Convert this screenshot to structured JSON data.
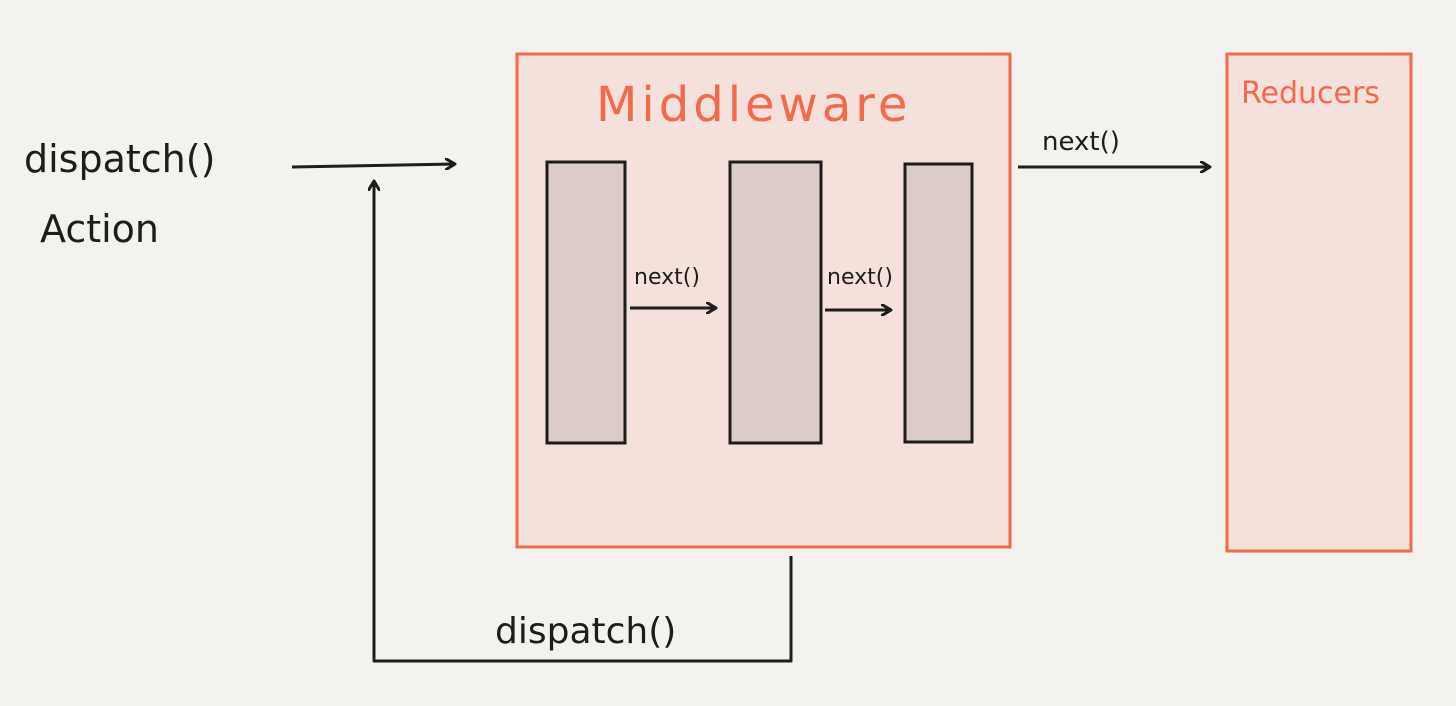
{
  "colors": {
    "background": "#f4f2ee",
    "accent_stroke": "#f2694b",
    "box_fill": "#f5e1dc",
    "block_fill": "#dbccc7",
    "ink": "#1d1d1b"
  },
  "diagram": {
    "input_label_line1": "dispatch()",
    "input_label_line2": "Action",
    "middleware_title": "Middleware",
    "reducers_title": "Reducers",
    "next_between_1_2": "next()",
    "next_between_2_3": "next()",
    "next_to_reducers": "next()",
    "feedback_label": "dispatch()"
  }
}
